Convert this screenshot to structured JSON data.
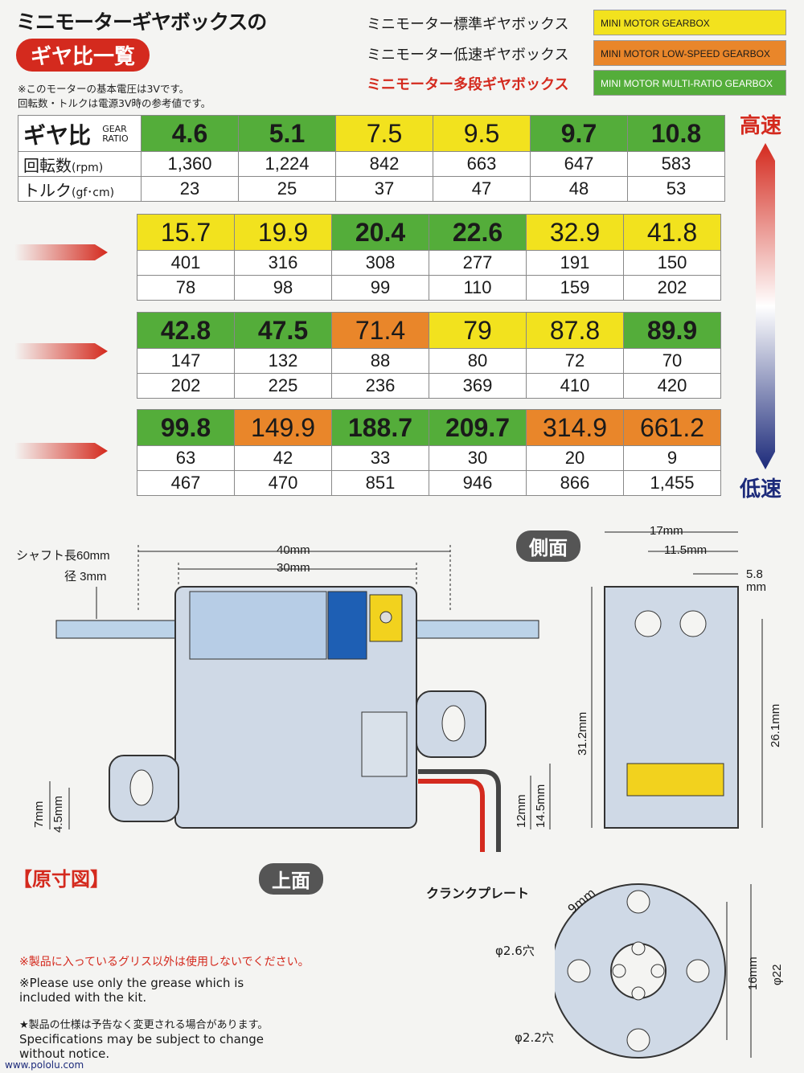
{
  "header": {
    "title_line1": "ミニモーターギヤボックスの",
    "title_line2": "ギヤ比一覧",
    "note1": "※このモーターの基本電圧は3Vです。",
    "note2": "回転数・トルクは電源3V時の参考値です。"
  },
  "legend": [
    {
      "jp": "ミニモーター標準ギヤボックス",
      "en": "MINI MOTOR GEARBOX",
      "color": "#f2e21e",
      "jp_color": "#1a1a1a"
    },
    {
      "jp": "ミニモーター低速ギヤボックス",
      "en": "MINI MOTOR LOW-SPEED GEARBOX",
      "color": "#e9862a",
      "jp_color": "#1a1a1a"
    },
    {
      "jp": "ミニモーター多段ギヤボックス",
      "en": "MINI MOTOR MULTI-RATIO GEARBOX",
      "color": "#54ad3a",
      "jp_color": "#d42a1e"
    }
  ],
  "table_labels": {
    "ratio_jp": "ギヤ比",
    "ratio_en1": "GEAR",
    "ratio_en2": "RATIO",
    "rpm_jp": "回転数",
    "rpm_unit": "(rpm)",
    "torque_jp": "トルク",
    "torque_unit": "(gf･cm)"
  },
  "tables": [
    {
      "ratios": [
        "4.6",
        "5.1",
        "7.5",
        "9.5",
        "9.7",
        "10.8"
      ],
      "colors": [
        "g",
        "g",
        "y",
        "y",
        "g",
        "g"
      ],
      "rpm": [
        "1,360",
        "1,224",
        "842",
        "663",
        "647",
        "583"
      ],
      "torque": [
        "23",
        "25",
        "37",
        "47",
        "48",
        "53"
      ]
    },
    {
      "ratios": [
        "15.7",
        "19.9",
        "20.4",
        "22.6",
        "32.9",
        "41.8"
      ],
      "colors": [
        "y",
        "y",
        "g",
        "g",
        "y",
        "y"
      ],
      "rpm": [
        "401",
        "316",
        "308",
        "277",
        "191",
        "150"
      ],
      "torque": [
        "78",
        "98",
        "99",
        "110",
        "159",
        "202"
      ]
    },
    {
      "ratios": [
        "42.8",
        "47.5",
        "71.4",
        "79",
        "87.8",
        "89.9"
      ],
      "colors": [
        "g",
        "g",
        "o",
        "y",
        "y",
        "g"
      ],
      "rpm": [
        "147",
        "132",
        "88",
        "80",
        "72",
        "70"
      ],
      "torque": [
        "202",
        "225",
        "236",
        "369",
        "410",
        "420"
      ]
    },
    {
      "ratios": [
        "99.8",
        "149.9",
        "188.7",
        "209.7",
        "314.9",
        "661.2"
      ],
      "colors": [
        "g",
        "o",
        "g",
        "g",
        "o",
        "o"
      ],
      "rpm": [
        "63",
        "42",
        "33",
        "30",
        "20",
        "9"
      ],
      "torque": [
        "467",
        "470",
        "851",
        "946",
        "866",
        "1,455"
      ]
    }
  ],
  "speed": {
    "high": "高速",
    "low": "低速"
  },
  "diagram": {
    "shaft_line1": "シャフト長60mm",
    "shaft_line2": "径 3mm",
    "d40": "40mm",
    "d30": "30mm",
    "d7": "7mm",
    "d45": "4.5mm",
    "d12": "12mm",
    "d145": "14.5mm",
    "side_view": "側面",
    "d17": "17mm",
    "d115": "11.5mm",
    "d58a": "5.8",
    "d58b": "mm",
    "d312": "31.2mm",
    "d261": "26.1mm",
    "full_size": "【原寸図】",
    "top_view": "上面",
    "crank_plate": "クランクプレート",
    "d9": "9mm",
    "hole26": "φ2.6穴",
    "hole22": "φ2.2穴",
    "d16": "16mm",
    "d22": "φ22"
  },
  "footer": {
    "grease_jp": "※製品に入っているグリス以外は使用しないでください。",
    "grease_en1": "※Please use only the grease which is",
    "grease_en2": "included with the kit.",
    "spec_jp": "★製品の仕様は予告なく変更される場合があります。",
    "spec_en1": "Specifications may be subject to change",
    "spec_en2": "without notice.",
    "url": "www.pololu.com"
  }
}
